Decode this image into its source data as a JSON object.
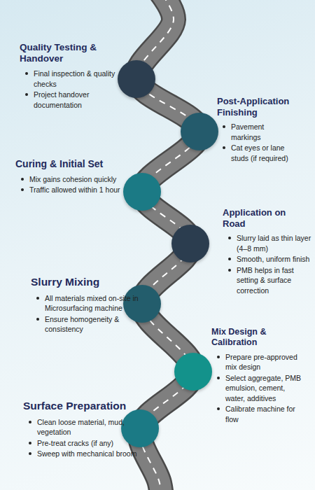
{
  "diagram": {
    "nodes": [
      {
        "text": [
          "Quality Testing & Handover",
          "Final inspection & quality checks",
          "Project handover documentation"
        ]
      },
      {
        "text": [
          "Post-Application Finishing",
          "Pavement markings",
          "Cat eyes or lane studs (if required)"
        ]
      },
      {
        "text": [
          "Curing & Initial Set",
          "Mix gains cohesion quickly",
          "Traffic allowed within 1 hour"
        ]
      },
      {
        "text": [
          "Application on Road",
          "Slurry laid as thin layer (4–8 mm)",
          "Smooth, uniform finish",
          "PMB helps in fast setting & surface correction"
        ]
      },
      {
        "text": [
          "Slurry Mixing",
          "All materials mixed on-site in Microsurfacing machine",
          "Ensure homogeneity & consistency"
        ]
      },
      {
        "text": [
          "Mix Design & Calibration",
          "Prepare pre-approved mix design",
          "Select aggregate, PMB emulsion, cement, water, additives",
          "Calibrate machine for flow"
        ]
      },
      {
        "text": [
          "Surface Preparation",
          "Clean loose material, mud, vegetation",
          "Pre-treat cracks (if any)",
          "Sweep with mechanical broom"
        ]
      }
    ]
  }
}
